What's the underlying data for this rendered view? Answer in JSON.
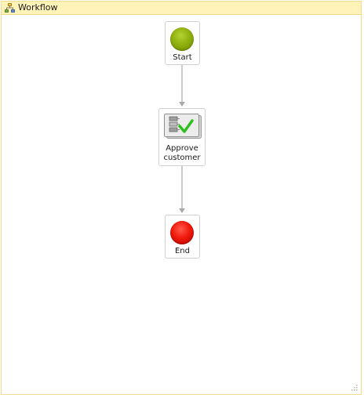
{
  "workflow": {
    "title": "Workflow",
    "title_icon": "workflow-icon"
  },
  "nodes": {
    "start": {
      "label": "Start",
      "icon": "start-circle-icon",
      "color": "#8fb10d"
    },
    "approve": {
      "label_line1": "Approve",
      "label_line2": "customer",
      "icon": "approval-task-icon",
      "check_color": "#2fbf1e"
    },
    "end": {
      "label": "End",
      "icon": "end-circle-icon",
      "color": "#f01a0a"
    }
  },
  "colors": {
    "header_background": "#fff3b8",
    "frame_border": "#f3dc8f",
    "connector": "#a9a9a9"
  }
}
